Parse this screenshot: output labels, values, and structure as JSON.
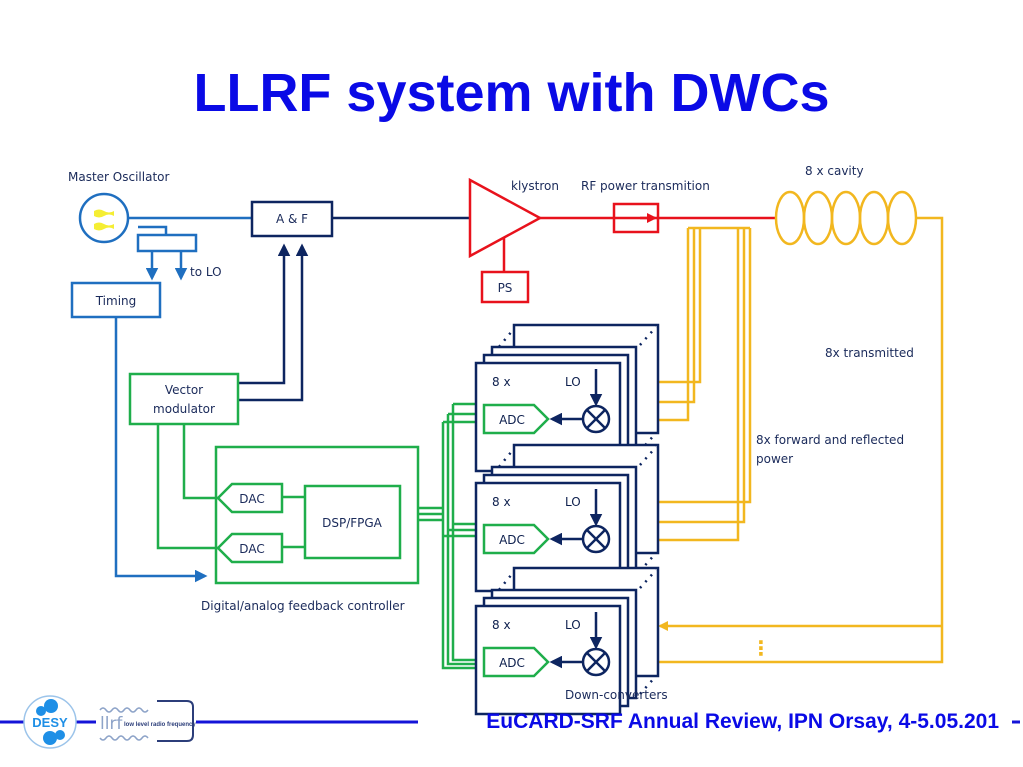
{
  "slide": {
    "title": "LLRF system with DWCs",
    "footer": "EuCARD-SRF Annual Review, IPN Orsay, 4-5.05.201",
    "logos": {
      "desy": "DESY",
      "llrf_mark": "llrf",
      "llrf_caption": "low level radio frequency"
    }
  },
  "diagram": {
    "master_oscillator": "Master Oscillator",
    "to_lo": "to LO",
    "timing": "Timing",
    "af": "A & F",
    "klystron": "klystron",
    "ps": "PS",
    "rf_power": "RF power transmition",
    "cavity": "8 x cavity",
    "vector_modulator_1": "Vector",
    "vector_modulator_2": "modulator",
    "dac1": "DAC",
    "dac2": "DAC",
    "dsp": "DSP/FPGA",
    "controller": "Digital/analog feedback controller",
    "transmitted": "8x transmitted",
    "fwd_refl_1": "8x forward and reflected",
    "fwd_refl_2": "power",
    "downconverters": "Down-converters",
    "dwc_count": "8 x",
    "dwc_lo": "LO",
    "dwc_adc": "ADC",
    "ellipsis": "⋮"
  },
  "colors": {
    "title": "#0a0ae6",
    "navy": "#0d2560",
    "blue": "#1f6fc0",
    "red": "#e8121c",
    "yellow": "#f2b71f",
    "green": "#1fae4b"
  }
}
